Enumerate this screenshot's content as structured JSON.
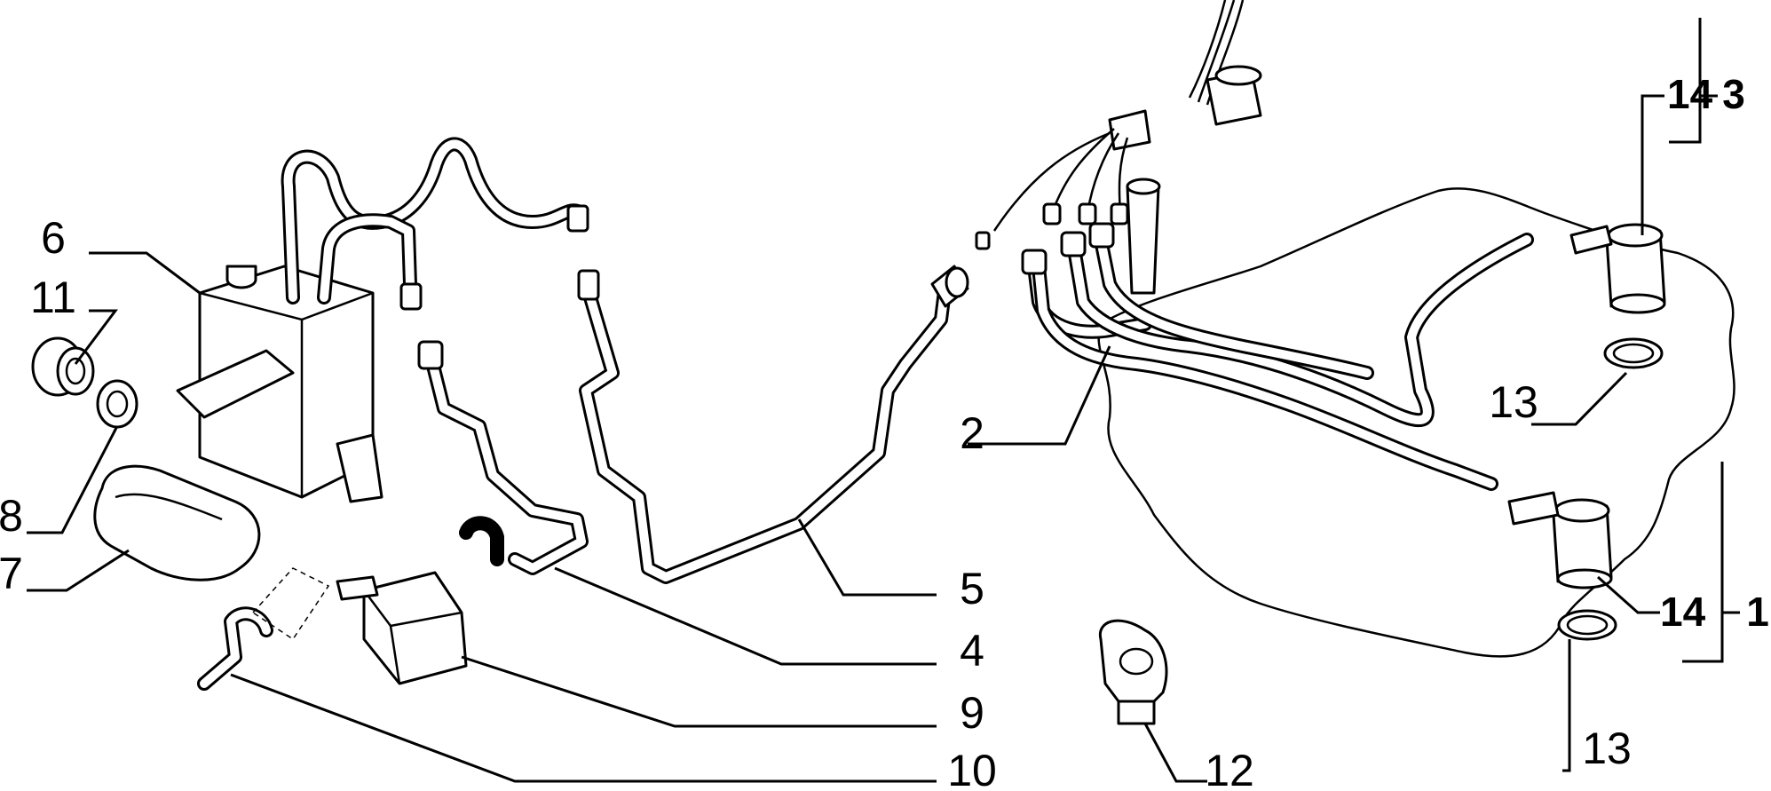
{
  "parts": {
    "p1": "1",
    "p2": "2",
    "p3": "3",
    "p4": "4",
    "p5": "5",
    "p6": "6",
    "p7": "7",
    "p8": "8",
    "p9": "9",
    "p10": "10",
    "p11": "11",
    "p12": "12",
    "p13a": "13",
    "p13b": "13",
    "p14a": "14",
    "p14b": "14"
  }
}
